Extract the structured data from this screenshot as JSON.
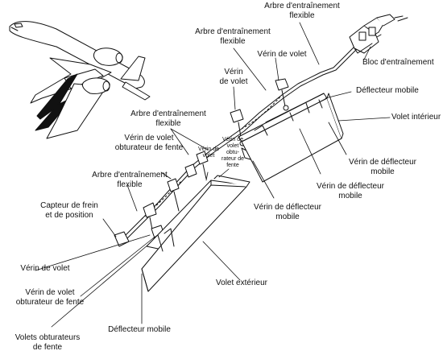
{
  "colors": {
    "ink": "#111111",
    "paper": "#ffffff",
    "flap_shadow": "#f6f6f6"
  },
  "labels": {
    "arbre_top": "Arbre d'entraînement\nflexible",
    "bloc": "Bloc d'entraînement",
    "arbre_2": "Arbre d'entraînement\nflexible",
    "verin_volet_top": "Vérin de volet",
    "verin_volet_mid": "Vérin\nde volet",
    "deflecteur_mobile_top": "Déflecteur mobile",
    "arbre_3": "Arbre d'entraînement\nflexible",
    "volet_interieur": "Volet intérieur",
    "verin_obt_fente_top": "Vérin de volet\nobturateur de fente",
    "verin_volet_small": "Vérin de\nvolet",
    "verin_volet_obt_small": "Vérin de\nvolet\nobtu-\nrateur de\nfente",
    "arbre_4": "Arbre d'entraînement\nflexible",
    "verin_defl_1": "Vérin de déflecteur\nmobile",
    "verin_defl_2": "Vérin de déflecteur\nmobile",
    "verin_defl_3": "Vérin de déflecteur\nmobile",
    "capteur": "Capteur de frein\net de position",
    "verin_volet_left": "Vérin de volet",
    "verin_obt_left": "Vérin de volet\nobturateur de fente",
    "volet_exterieur": "Volet extérieur",
    "deflecteur_mobile_bottom": "Déflecteur mobile",
    "volets_obturateurs": "Volets obturateurs\nde fente"
  }
}
